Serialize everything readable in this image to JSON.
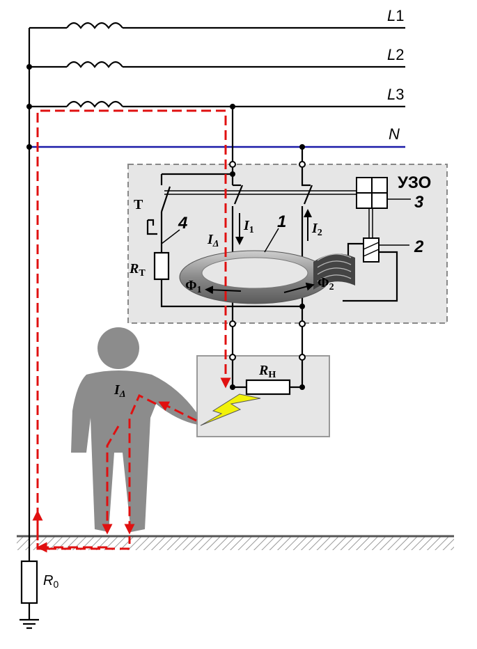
{
  "lines": {
    "l1": "L",
    "l1_sub": "1",
    "l2": "L",
    "l2_sub": "2",
    "l3": "L",
    "l3_sub": "3",
    "n": "N"
  },
  "device": {
    "title": "УЗО",
    "callout_1": "1",
    "callout_2": "2",
    "callout_3": "3",
    "callout_4": "4",
    "test_button": "Т",
    "test_resistor": "R",
    "test_resistor_sub": "Т",
    "current_1": "I",
    "current_1_sub": "1",
    "current_2": "I",
    "current_2_sub": "2",
    "current_diff": "I",
    "current_diff_sub": "Δ",
    "flux_1": "Φ",
    "flux_1_sub": "1",
    "flux_2": "Φ",
    "flux_2_sub": "2"
  },
  "load": {
    "resistor": "R",
    "resistor_sub": "Н"
  },
  "person": {
    "current": "I",
    "current_sub": "Δ"
  },
  "ground": {
    "resistor": "R",
    "resistor_sub": "0"
  },
  "colors": {
    "neutral_wire": "#1a1aa8",
    "fault_path": "#e01010",
    "device_box": "#e6e6e6",
    "person": "#8c8c8c",
    "spark": "#f2f20a"
  }
}
